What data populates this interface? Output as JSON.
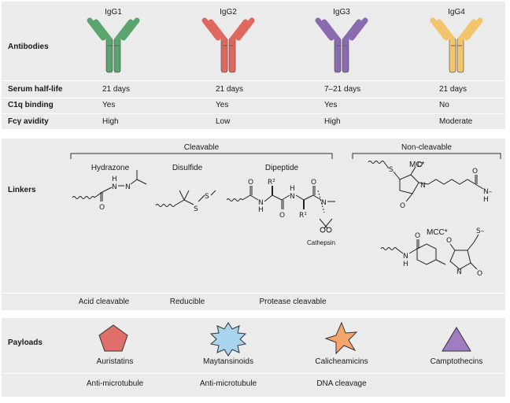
{
  "antibodies": {
    "header": "Antibodies",
    "isotypes": [
      {
        "name": "IgG1",
        "color": "#5aa56e",
        "half_life": "21 days",
        "c1q": "Yes",
        "fcg": "High"
      },
      {
        "name": "IgG2",
        "color": "#e0675e",
        "half_life": "21 days",
        "c1q": "Yes",
        "fcg": "Low"
      },
      {
        "name": "IgG3",
        "color": "#8a6bb0",
        "half_life": "7–21 days",
        "c1q": "Yes",
        "fcg": "High"
      },
      {
        "name": "IgG4",
        "color": "#f2c46c",
        "half_life": "21 days",
        "c1q": "No",
        "fcg": "Moderate"
      }
    ],
    "rows": {
      "half_life": "Serum half-life",
      "c1q": "C1q binding",
      "fcg": "Fcγ avidity"
    }
  },
  "linkers": {
    "header": "Linkers",
    "cleavable_label": "Cleavable",
    "noncleavable_label": "Non-cleavable",
    "types": {
      "hydrazone": "Hydrazone",
      "disulfide": "Disulfide",
      "dipeptide": "Dipeptide"
    },
    "mc": "MC*",
    "mcc": "MCC*",
    "cathepsin": "Cathepsin",
    "footer": [
      "Acid cleavable",
      "Reducible",
      "Protease cleavable"
    ],
    "atoms": {
      "H": "H",
      "N": "N",
      "O": "O",
      "S": "S",
      "R2": "R²",
      "R1": "R¹",
      "Ndash": "N–",
      "Sdash": "S–"
    }
  },
  "payloads": {
    "header": "Payloads",
    "items": [
      {
        "name": "Auristatins",
        "effect": "Anti-microtubule",
        "color": "#e06f6a"
      },
      {
        "name": "Maytansinoids",
        "effect": "Anti-microtubule",
        "color": "#a8d4f0"
      },
      {
        "name": "Calicheamicins",
        "effect": "DNA cleavage",
        "color": "#f5a46a"
      },
      {
        "name": "Camptothecins",
        "effect": "",
        "color": "#a07cc0"
      }
    ]
  }
}
